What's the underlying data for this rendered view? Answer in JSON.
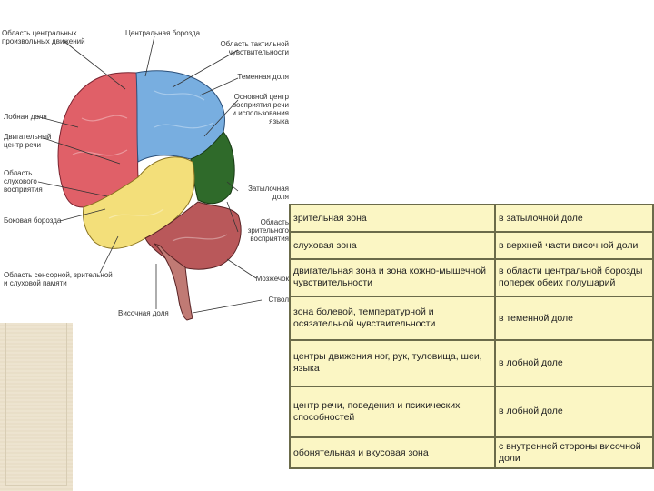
{
  "labels": {
    "motor_area": "Область центральных\nпроизвольных движений",
    "central_sulcus": "Центральная борозда",
    "sensory_area": "Область тактильной\nчувствительности",
    "parietal_lobe": "Теменная доля",
    "speech_center": "Основной центр\nвосприятия речи\nи использования\nязыка",
    "frontal_lobe": "Лобная доля",
    "speech_motor": "Двигательный\nцентр речи",
    "auditory_area": "Область\nслухового\nвосприятия",
    "lateral_sulcus": "Боковая борозда",
    "occipital_lobe": "Затылочная\nдоля",
    "visual_area": "Область\nзрительного\nвосприятия",
    "memory_area": "Область сенсорной, зрительной\nи слуховой памяти",
    "cerebellum": "Мозжечок",
    "temporal_lobe": "Височная доля",
    "brainstem": "Ствол"
  },
  "table": [
    {
      "zone": "зрительная зона",
      "location": "в затылочной доле"
    },
    {
      "zone": "слуховая зона",
      "location": "в верхней части височной доли"
    },
    {
      "zone": "двигательная зона и зона кожно-мышечной чувствительности",
      "location": "в области центральной борозды поперек обеих полушарий"
    },
    {
      "zone": "зона болевой, температурной и осязательной чувствительности",
      "location": "в теменной доле"
    },
    {
      "zone": "центры движения ног, рук, туловища, шеи, языка",
      "location": "в лобной доле"
    },
    {
      "zone": "центр речи, поведения и психических способностей",
      "location": "в лобной доле"
    },
    {
      "zone": "обонятельная и вкусовая зона",
      "location": "с внутренней стороны височной доли"
    }
  ],
  "colors": {
    "frontal": "#e06068",
    "parietal": "#78aee0",
    "occipital": "#2f6a2a",
    "temporal": "#f3df7a",
    "cerebellum": "#b9585a",
    "table_bg": "#fbf6c4"
  }
}
